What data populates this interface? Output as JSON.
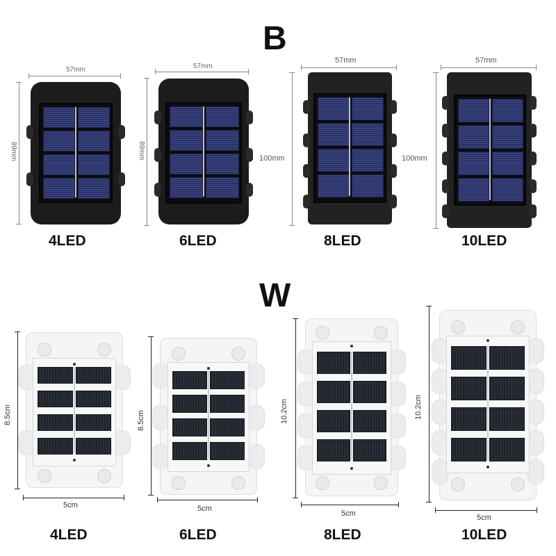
{
  "black_group": {
    "title": "B",
    "units": [
      {
        "label": "4LED",
        "width_dim": "57mm",
        "height_dim": "89mm"
      },
      {
        "label": "6LED",
        "width_dim": "57mm",
        "height_dim": "89mm"
      },
      {
        "label": "8LED",
        "width_dim": "57mm",
        "height_dim": "100mm"
      },
      {
        "label": "10LED",
        "width_dim": "57mm",
        "height_dim": "100mm"
      }
    ]
  },
  "white_group": {
    "title": "W",
    "units": [
      {
        "label": "4LED",
        "width_dim": "5cm",
        "height_dim": "8.5cm"
      },
      {
        "label": "6LED",
        "width_dim": "5cm",
        "height_dim": "8.5cm"
      },
      {
        "label": "8LED",
        "width_dim": "5cm",
        "height_dim": "10.2cm"
      },
      {
        "label": "10LED",
        "width_dim": "5cm",
        "height_dim": "10.2cm"
      }
    ]
  },
  "colors": {
    "black_body": "#1c1c1c",
    "solar_cell": "#2a3266",
    "white_body": "#f4f5f6",
    "white_cell": "#1f232a"
  }
}
